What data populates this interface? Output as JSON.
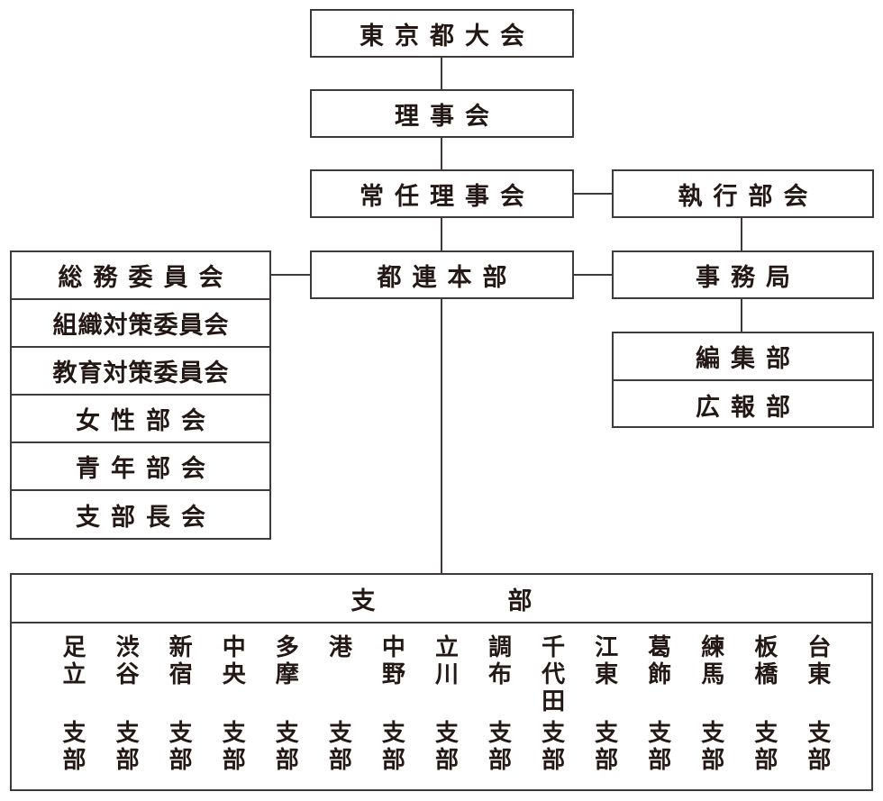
{
  "chart": {
    "top_chain": [
      {
        "id": "tokyo-convention",
        "label": "東京都大会"
      },
      {
        "id": "board-of-directors",
        "label": "理事会"
      },
      {
        "id": "standing-board",
        "label": "常任理事会"
      },
      {
        "id": "metro-hq",
        "label": "都連本部"
      }
    ],
    "executive_council": {
      "label": "執行部会"
    },
    "secretariat": {
      "label": "事務局"
    },
    "secretariat_units": [
      {
        "label": "編集部"
      },
      {
        "label": "広報部"
      }
    ],
    "committees": [
      {
        "label": "総務委員会"
      },
      {
        "label": "組織対策委員会"
      },
      {
        "label": "教育対策委員会"
      },
      {
        "label": "女性部会"
      },
      {
        "label": "青年部会"
      },
      {
        "label": "支部長会"
      }
    ],
    "branches": {
      "title": "支　部",
      "suffix": "支部",
      "items": [
        {
          "name": "足立",
          "chars": [
            "足",
            "立"
          ]
        },
        {
          "name": "渋谷",
          "chars": [
            "渋",
            "谷"
          ]
        },
        {
          "name": "新宿",
          "chars": [
            "新",
            "宿"
          ]
        },
        {
          "name": "中央",
          "chars": [
            "中",
            "央"
          ]
        },
        {
          "name": "多摩",
          "chars": [
            "多",
            "摩"
          ]
        },
        {
          "name": "港",
          "chars": [
            "港"
          ]
        },
        {
          "name": "中野",
          "chars": [
            "中",
            "野"
          ]
        },
        {
          "name": "立川",
          "chars": [
            "立",
            "川"
          ]
        },
        {
          "name": "調布",
          "chars": [
            "調",
            "布"
          ]
        },
        {
          "name": "千代田",
          "chars": [
            "千",
            "代",
            "田"
          ]
        },
        {
          "name": "江東",
          "chars": [
            "江",
            "東"
          ]
        },
        {
          "name": "葛飾",
          "chars": [
            "葛",
            "飾"
          ]
        },
        {
          "name": "練馬",
          "chars": [
            "練",
            "馬"
          ]
        },
        {
          "name": "板橋",
          "chars": [
            "板",
            "橋"
          ]
        },
        {
          "name": "台東",
          "chars": [
            "台",
            "東"
          ]
        }
      ]
    }
  },
  "colors": {
    "line": "#3e3a39",
    "text": "#231815",
    "background": "#ffffff"
  }
}
